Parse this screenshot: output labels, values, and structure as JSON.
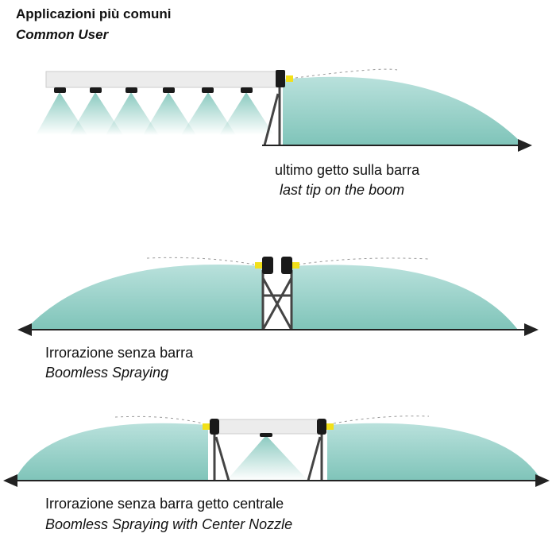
{
  "header": {
    "title_it": "Applicazioni più comuni",
    "title_en": "Common User"
  },
  "diagrams": [
    {
      "caption_it": "ultimo getto sulla barra",
      "caption_en": "last tip on the boom"
    },
    {
      "caption_it": "Irrorazione senza barra",
      "caption_en": "Boomless Spraying"
    },
    {
      "caption_it": "Irrorazione senza barra getto centrale",
      "caption_en": "Boomless Spraying with Center Nozzle"
    }
  ],
  "colors": {
    "spray": "#9fd3cc",
    "boom": "#ebebeb",
    "nozzle": "#1a1a1a",
    "tip": "#f2e01a",
    "frame": "#444444"
  }
}
